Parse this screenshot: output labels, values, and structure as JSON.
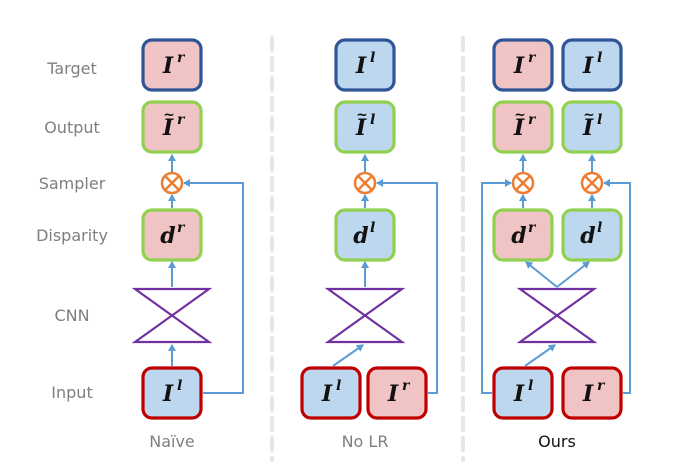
{
  "colors": {
    "left_fill": "#bdd7ee",
    "right_fill": "#f0c4c4",
    "target_border": "#2f5597",
    "output_border": "#92d050",
    "input_border": "#c00000",
    "cnn": "#7030a0",
    "sampler": "#ed7d31",
    "arrow": "#5b9bd5",
    "separator": "#e6e6e6"
  },
  "row_labels": [
    "Target",
    "Output",
    "Sampler",
    "Disparity",
    "CNN",
    "Input"
  ],
  "columns": [
    {
      "name": "naive",
      "label": "Naïve",
      "target": [
        {
          "base": "I",
          "sup": "r",
          "side": "right"
        }
      ],
      "output": [
        {
          "base": "I",
          "sup": "r",
          "tilde": true,
          "side": "right"
        }
      ],
      "disparity": [
        {
          "base": "d",
          "sup": "r",
          "side": "right"
        }
      ],
      "input": [
        {
          "base": "I",
          "sup": "l",
          "side": "left"
        }
      ]
    },
    {
      "name": "no-lr",
      "label": "No LR",
      "target": [
        {
          "base": "I",
          "sup": "l",
          "side": "left"
        }
      ],
      "output": [
        {
          "base": "I",
          "sup": "l",
          "tilde": true,
          "side": "left"
        }
      ],
      "disparity": [
        {
          "base": "d",
          "sup": "l",
          "side": "left"
        }
      ],
      "input": [
        {
          "base": "I",
          "sup": "l",
          "side": "left"
        },
        {
          "base": "I",
          "sup": "r",
          "side": "right"
        }
      ]
    },
    {
      "name": "ours",
      "label": "Ours",
      "target": [
        {
          "base": "I",
          "sup": "r",
          "side": "right"
        },
        {
          "base": "I",
          "sup": "l",
          "side": "left"
        }
      ],
      "output": [
        {
          "base": "I",
          "sup": "r",
          "tilde": true,
          "side": "right"
        },
        {
          "base": "I",
          "sup": "l",
          "tilde": true,
          "side": "left"
        }
      ],
      "disparity": [
        {
          "base": "d",
          "sup": "r",
          "side": "right"
        },
        {
          "base": "d",
          "sup": "l",
          "side": "left"
        }
      ],
      "input": [
        {
          "base": "I",
          "sup": "l",
          "side": "left"
        },
        {
          "base": "I",
          "sup": "r",
          "side": "right"
        }
      ]
    }
  ]
}
